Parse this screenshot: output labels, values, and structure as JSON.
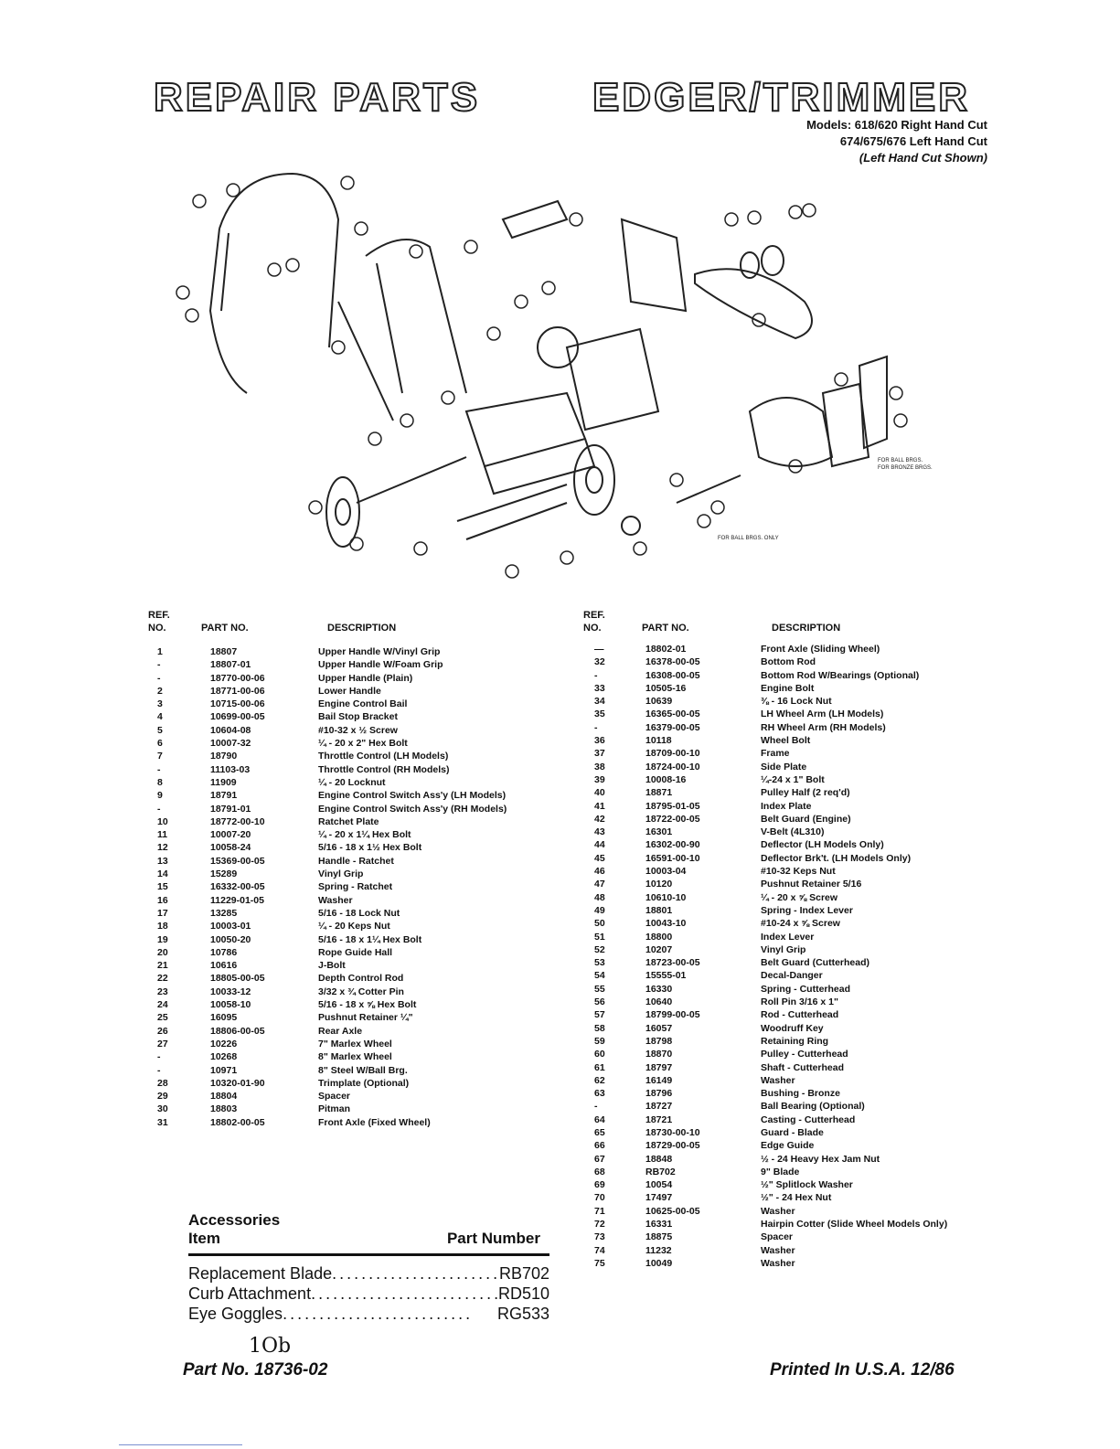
{
  "header": {
    "left_title": "REPAIR PARTS",
    "right_title": "EDGER/TRIMMER",
    "models_line1": "Models: 618/620 Right Hand Cut",
    "models_line2": "674/675/676 Left Hand Cut",
    "models_line3": "(Left Hand Cut Shown)"
  },
  "diagram_callouts": {
    "ball_bags_note": "FOR BALL BRGS.",
    "bushing_bags_note": "FOR BRONZE BRGS.",
    "ball_only_note": "FOR BALL BRGS. ONLY"
  },
  "table_headers": {
    "ref": "REF. NO.",
    "part": "PART NO.",
    "desc": "DESCRIPTION"
  },
  "left_parts": [
    [
      "1",
      "18807",
      "Upper Handle W/Vinyl Grip"
    ],
    [
      "-",
      "18807-01",
      "Upper Handle W/Foam Grip"
    ],
    [
      "-",
      "18770-00-06",
      "Upper Handle (Plain)"
    ],
    [
      "2",
      "18771-00-06",
      "Lower Handle"
    ],
    [
      "3",
      "10715-00-06",
      "Engine Control Bail"
    ],
    [
      "4",
      "10699-00-05",
      "Bail Stop Bracket"
    ],
    [
      "5",
      "10604-08",
      "#10-32 x ½ Screw"
    ],
    [
      "6",
      "10007-32",
      "¼ - 20 x 2\" Hex Bolt"
    ],
    [
      "7",
      "18790",
      "Throttle Control (LH Models)"
    ],
    [
      "-",
      "11103-03",
      "Throttle Control (RH Models)"
    ],
    [
      "8",
      "11909",
      "¼ - 20 Locknut"
    ],
    [
      "9",
      "18791",
      "Engine Control Switch Ass'y (LH Models)"
    ],
    [
      "-",
      "18791-01",
      "Engine Control Switch Ass'y (RH Models)"
    ],
    [
      "10",
      "18772-00-10",
      "Ratchet Plate"
    ],
    [
      "11",
      "10007-20",
      "¼ - 20 x 1¼ Hex Bolt"
    ],
    [
      "12",
      "10058-24",
      "5/16 - 18 x 1½ Hex Bolt"
    ],
    [
      "13",
      "15369-00-05",
      "Handle - Ratchet"
    ],
    [
      "14",
      "15289",
      "Vinyl Grip"
    ],
    [
      "15",
      "16332-00-05",
      "Spring - Ratchet"
    ],
    [
      "16",
      "11229-01-05",
      "Washer"
    ],
    [
      "17",
      "13285",
      "5/16 - 18 Lock Nut"
    ],
    [
      "18",
      "10003-01",
      "¼ - 20 Keps Nut"
    ],
    [
      "19",
      "10050-20",
      "5/16 - 18 x 1¼ Hex Bolt"
    ],
    [
      "20",
      "10786",
      "Rope Guide Hall"
    ],
    [
      "21",
      "10616",
      "J-Bolt"
    ],
    [
      "22",
      "18805-00-05",
      "Depth Control Rod"
    ],
    [
      "23",
      "10033-12",
      "3/32 x ¾ Cotter Pin"
    ],
    [
      "24",
      "10058-10",
      "5/16 - 18 x ⅝ Hex Bolt"
    ],
    [
      "25",
      "16095",
      "Pushnut Retainer ¼\""
    ],
    [
      "26",
      "18806-00-05",
      "Rear Axle"
    ],
    [
      "27",
      "10226",
      "7\" Marlex Wheel"
    ],
    [
      "-",
      "10268",
      "8\" Marlex Wheel"
    ],
    [
      "-",
      "10971",
      "8\" Steel W/Ball Brg."
    ],
    [
      "28",
      "10320-01-90",
      "Trimplate (Optional)"
    ],
    [
      "29",
      "18804",
      "Spacer"
    ],
    [
      "30",
      "18803",
      "Pitman"
    ],
    [
      "31",
      "18802-00-05",
      "Front Axle (Fixed Wheel)"
    ]
  ],
  "right_parts": [
    [
      "—",
      "18802-01",
      "Front Axle (Sliding Wheel)"
    ],
    [
      "32",
      "16378-00-05",
      "Bottom Rod"
    ],
    [
      "-",
      "16308-00-05",
      "Bottom Rod W/Bearings (Optional)"
    ],
    [
      "33",
      "10505-16",
      "Engine Bolt"
    ],
    [
      "34",
      "10639",
      "⅜ - 16 Lock Nut"
    ],
    [
      "35",
      "16365-00-05",
      "LH Wheel Arm (LH Models)"
    ],
    [
      "-",
      "16379-00-05",
      "RH Wheel Arm (RH Models)"
    ],
    [
      "36",
      "10118",
      "Wheel Bolt"
    ],
    [
      "37",
      "18709-00-10",
      "Frame"
    ],
    [
      "38",
      "18724-00-10",
      "Side Plate"
    ],
    [
      "39",
      "10008-16",
      "¼-24 x 1\" Bolt"
    ],
    [
      "40",
      "18871",
      "Pulley Half (2 req'd)"
    ],
    [
      "41",
      "18795-01-05",
      "Index Plate"
    ],
    [
      "42",
      "18722-00-05",
      "Belt Guard (Engine)"
    ],
    [
      "43",
      "16301",
      "V-Belt (4L310)"
    ],
    [
      "44",
      "16302-00-90",
      "Deflector (LH Models Only)"
    ],
    [
      "45",
      "16591-00-10",
      "Deflector Brk't. (LH Models Only)"
    ],
    [
      "46",
      "10003-04",
      "#10-32 Keps Nut"
    ],
    [
      "47",
      "10120",
      "Pushnut Retainer 5/16"
    ],
    [
      "48",
      "10610-10",
      "¼ - 20 x ⅝ Screw"
    ],
    [
      "49",
      "18801",
      "Spring - Index Lever"
    ],
    [
      "50",
      "10043-10",
      "#10-24 x ⅝ Screw"
    ],
    [
      "51",
      "18800",
      "Index Lever"
    ],
    [
      "52",
      "10207",
      "Vinyl Grip"
    ],
    [
      "53",
      "18723-00-05",
      "Belt Guard (Cutterhead)"
    ],
    [
      "54",
      "15555-01",
      "Decal-Danger"
    ],
    [
      "55",
      "16330",
      "Spring - Cutterhead"
    ],
    [
      "56",
      "10640",
      "Roll Pin 3/16 x 1\""
    ],
    [
      "57",
      "18799-00-05",
      "Rod - Cutterhead"
    ],
    [
      "58",
      "16057",
      "Woodruff Key"
    ],
    [
      "59",
      "18798",
      "Retaining Ring"
    ],
    [
      "60",
      "18870",
      "Pulley - Cutterhead"
    ],
    [
      "61",
      "18797",
      "Shaft - Cutterhead"
    ],
    [
      "62",
      "16149",
      "Washer"
    ],
    [
      "63",
      "18796",
      "Bushing - Bronze"
    ],
    [
      "-",
      "18727",
      "Ball Bearing (Optional)"
    ],
    [
      "64",
      "18721",
      "Casting - Cutterhead"
    ],
    [
      "65",
      "18730-00-10",
      "Guard - Blade"
    ],
    [
      "66",
      "18729-00-05",
      "Edge Guide"
    ],
    [
      "67",
      "18848",
      "½ - 24 Heavy Hex Jam Nut"
    ],
    [
      "68",
      "RB702",
      "9\" Blade"
    ],
    [
      "69",
      "10054",
      "½\" Splitlock Washer"
    ],
    [
      "70",
      "17497",
      "½\" - 24 Hex Nut"
    ],
    [
      "71",
      "10625-00-05",
      "Washer"
    ],
    [
      "72",
      "16331",
      "Hairpin Cotter (Slide Wheel Models Only)"
    ],
    [
      "73",
      "18875",
      "Spacer"
    ],
    [
      "74",
      "11232",
      "Washer"
    ],
    [
      "75",
      "10049",
      "Washer"
    ]
  ],
  "accessories": {
    "title": "Accessories",
    "col_item": "Item",
    "col_part": "Part Number",
    "items": [
      {
        "name": "Replacement Blade",
        "part": "RB702"
      },
      {
        "name": "Curb Attachment",
        "part": "RD510"
      },
      {
        "name": "Eye Goggles",
        "part": "RG533"
      }
    ]
  },
  "footer": {
    "part_no": "Part No. 18736-02",
    "printed": "Printed In U.S.A. 12/86",
    "handwritten": "1Ob"
  }
}
